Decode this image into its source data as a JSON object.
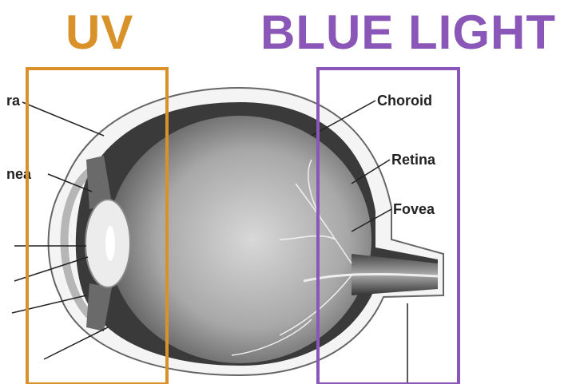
{
  "headings": {
    "uv": "UV",
    "blue_light": "BLUE LIGHT"
  },
  "labels": {
    "choroid": "Choroid",
    "retina": "Retina",
    "fovea": "Fovea",
    "sclera_partial": "ra",
    "cornea_partial": "nea"
  },
  "colors": {
    "uv": "#d9922a",
    "blue_light": "#8a57b8",
    "background": "#ffffff",
    "line": "#222222"
  }
}
